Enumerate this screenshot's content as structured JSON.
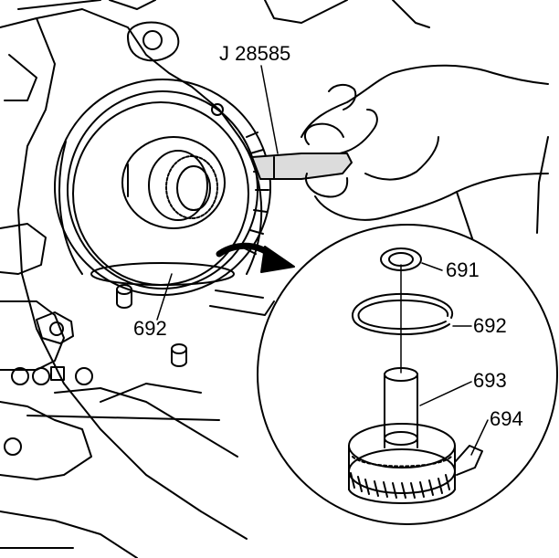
{
  "labels": {
    "tool": "J 28585",
    "part_692_main": "692",
    "part_691": "691",
    "part_692_detail": "692",
    "part_693": "693",
    "part_694": "694"
  }
}
